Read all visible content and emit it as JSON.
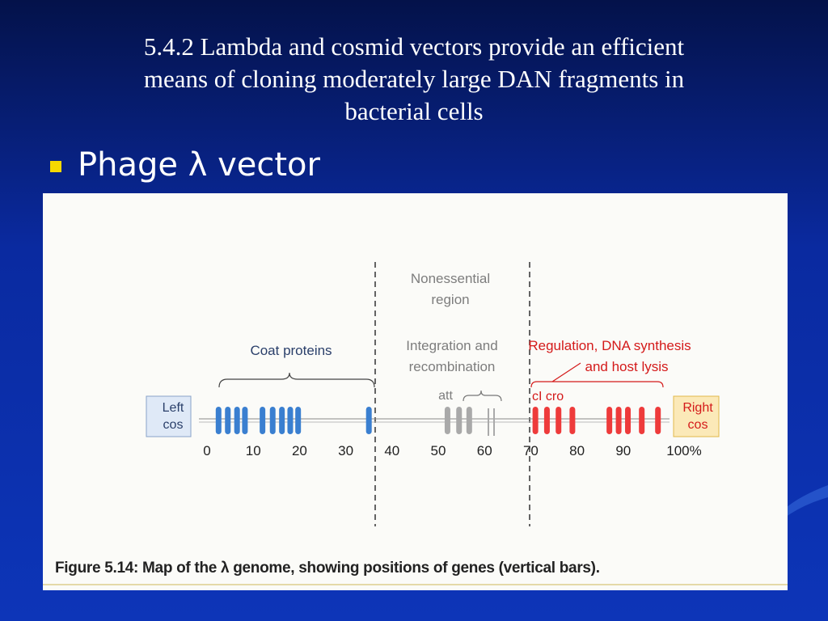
{
  "slide": {
    "title_lines": [
      "5.4.2 Lambda and cosmid vectors provide an efficient",
      "means of cloning moderately large DAN fragments in",
      "bacterial cells"
    ],
    "bullet": "Phage λ vector"
  },
  "figure": {
    "labels": {
      "left_cos": [
        "Left",
        "cos"
      ],
      "right_cos": [
        "Right",
        "cos"
      ],
      "coat_proteins": "Coat proteins",
      "nonessential": [
        "Nonessential",
        "region"
      ],
      "integration": [
        "Integration and",
        "recombination"
      ],
      "att": "att",
      "regulation": [
        "Regulation, DNA synthesis",
        "and host lysis"
      ],
      "ci_cro": "cI cro"
    },
    "axis_ticks": [
      "0",
      "10",
      "20",
      "30",
      "40",
      "50",
      "60",
      "70",
      "80",
      "90",
      "100%"
    ],
    "caption": "Figure 5.14: Map of the λ genome, showing positions of genes (vertical bars).",
    "colors": {
      "coat": "#3a7fd0",
      "integration": "#a9a9a9",
      "regulation": "#ee3b3b",
      "left_cos_fill": "#dfe9f7",
      "right_cos_fill": "#fbe9b8",
      "label_blue": "#2a3f6a",
      "label_gray": "#7d7d7d",
      "label_red": "#d41a1a"
    },
    "gene_positions": {
      "coat": [
        2.5,
        4.5,
        6.5,
        8.2,
        12.0,
        14.2,
        16.2,
        18.0,
        19.7,
        35.0
      ],
      "integration": [
        52.0,
        54.5,
        56.7
      ],
      "regulation": [
        71.0,
        73.5,
        76.0,
        79.0,
        87.0,
        89.0,
        91.0,
        94.0,
        97.5
      ]
    }
  }
}
